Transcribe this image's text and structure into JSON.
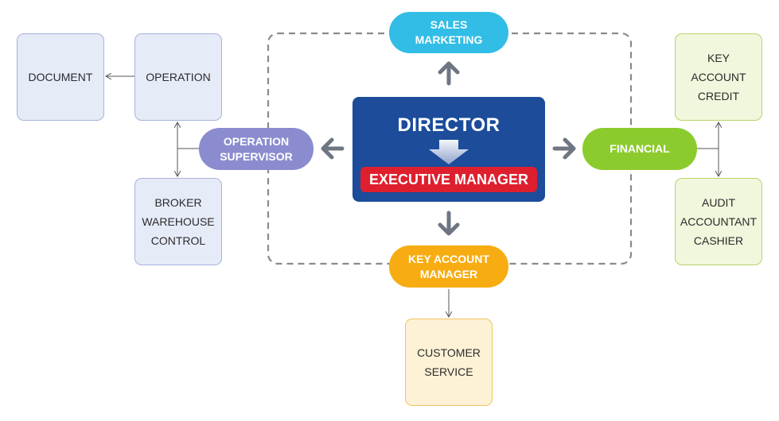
{
  "nodes": {
    "document": [
      "DOCUMENT"
    ],
    "operation": [
      "OPERATION"
    ],
    "broker": [
      "BROKER",
      "WAREHOUSE",
      "CONTROL"
    ],
    "operation_supervisor": [
      "OPERATION",
      "SUPERVISOR"
    ],
    "sales_marketing": [
      "SALES",
      "MARKETING"
    ],
    "director": "DIRECTOR",
    "executive_manager": "EXECUTIVE MANAGER",
    "financial": [
      "FINANCIAL"
    ],
    "key_account_credit": [
      "KEY",
      "ACCOUNT",
      "CREDIT"
    ],
    "audit": [
      "AUDIT",
      "ACCOUNTANT",
      "CASHIER"
    ],
    "key_account_manager": [
      "KEY ACCOUNT",
      "MANAGER"
    ],
    "customer_service": [
      "CUSTOMER",
      "SERVICE"
    ]
  },
  "colors": {
    "director_blue": "#1c4c9a",
    "executive_red": "#de1f2e",
    "sales_cyan": "#31bde6",
    "supervisor_purple": "#8b8ccf",
    "financial_green": "#8ccb2e",
    "key_account_orange": "#f7ad12",
    "arrow_gray": "#6e7682"
  }
}
